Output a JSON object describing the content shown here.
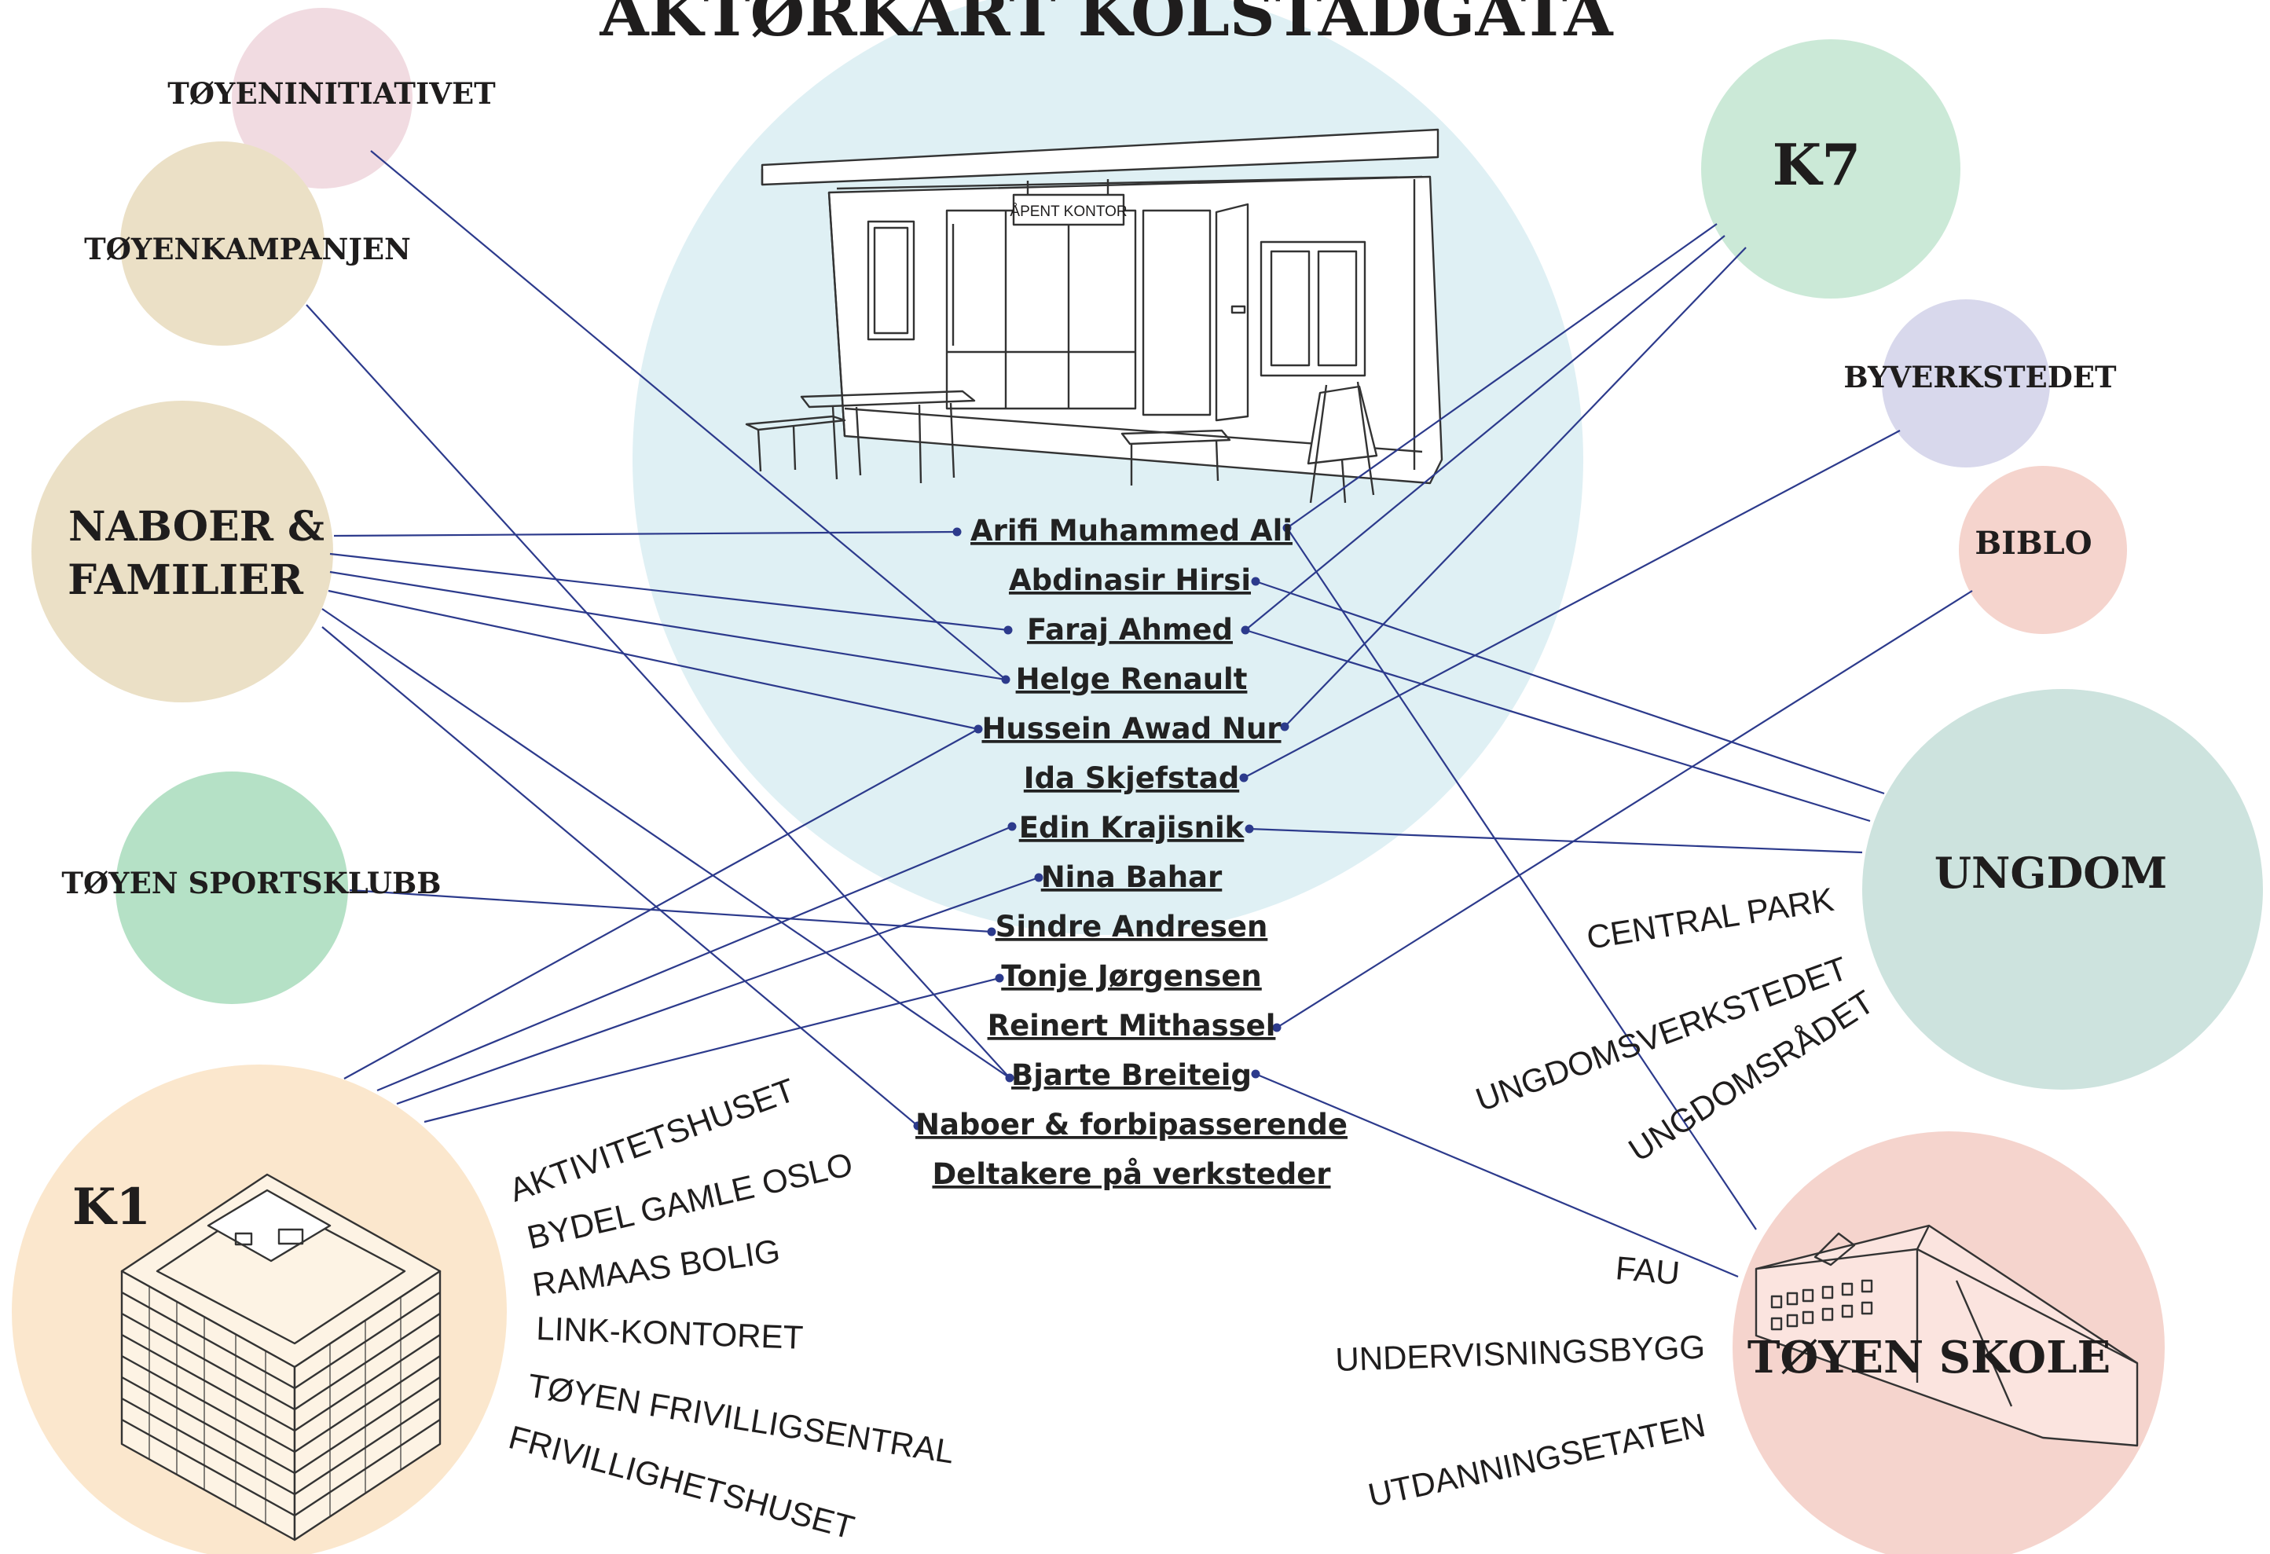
{
  "title": "AKTØRKART KOLSTADGATA",
  "colors": {
    "line": "#2c3a8c",
    "center": "#dff0f4",
    "toyeninitiativet": "#f1dbe1",
    "toyenkampanjen": "#ebe0c6",
    "naboer": "#ebe0c6",
    "sportsklubb": "#b5e1c6",
    "k1": "#fbe7cd",
    "k7": "#cbe9d7",
    "byverkstedet": "#d8d8ec",
    "biblo": "#f5d4cd",
    "ungdom": "#cde3de",
    "skole": "#f5d4cd"
  },
  "illustration": {
    "sign": "ÅPENT KONTOR"
  },
  "actors": {
    "toyeninitiativet": "TØYENINITIATIVET",
    "toyenkampanjen": "TØYENKAMPANJEN",
    "naboer_line1": "NABOER &",
    "naboer_line2": "FAMILIER",
    "sportsklubb": "TØYEN SPORTSKLUBB",
    "k1": "K1",
    "k7": "K7",
    "byverkstedet": "BYVERKSTEDET",
    "biblo": "BIBLO",
    "ungdom": "UNGDOM",
    "skole": "TØYEN SKOLE"
  },
  "people": [
    "Arifi Muhammed Ali",
    "Abdinasir Hirsi",
    "Faraj Ahmed",
    "Helge Renault",
    "Hussein Awad Nur",
    "Ida Skjefstad",
    "Edin Krajisnik",
    "Nina Bahar",
    "Sindre Andresen",
    "Tonje Jørgensen",
    "Reinert Mithassel",
    "Bjarte Breiteig",
    "Naboer & forbipasserende",
    "Deltakere på verksteder"
  ],
  "k1_partners": [
    "AKTIVITETSHUSET",
    "BYDEL GAMLE OSLO",
    "RAMAAS BOLIG",
    "LINK-KONTORET",
    "TØYEN FRIVILLIGSENTRAL",
    "FRIVILLIGHETSHUSET"
  ],
  "ungdom_partners": [
    "CENTRAL PARK",
    "UNGDOMSVERKSTEDET",
    "UNGDOMSRÅDET"
  ],
  "skole_partners": [
    "FAU",
    "UNDERVISNINGSBYGG",
    "UTDANNINGSETATEN"
  ]
}
